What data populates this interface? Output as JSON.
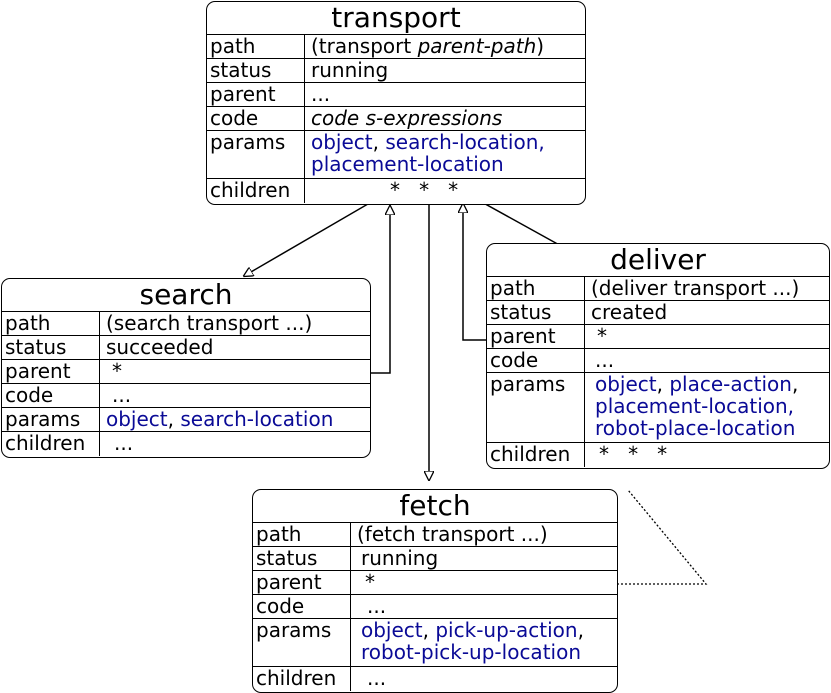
{
  "nodes": {
    "transport": {
      "title": "transport",
      "rows": {
        "path": {
          "key": "path",
          "pre": "(transport ",
          "italic": "parent-path",
          "post": ")"
        },
        "status": {
          "key": "status",
          "value": "running"
        },
        "parent": {
          "key": "parent",
          "value": "..."
        },
        "code": {
          "key": "code",
          "value": "code s-expressions"
        },
        "params": {
          "key": "params",
          "p1": "object",
          "sep1": ", ",
          "p2": "search-location,",
          "p3": "placement-location"
        },
        "children": {
          "key": "children",
          "value": "*   *   *"
        }
      }
    },
    "search": {
      "title": "search",
      "rows": {
        "path": {
          "key": "path",
          "value": "(search transport ...)"
        },
        "status": {
          "key": "status",
          "value": "succeeded"
        },
        "parent": {
          "key": "parent",
          "value": "*"
        },
        "code": {
          "key": "code",
          "value": "..."
        },
        "params": {
          "key": "params",
          "p1": "object",
          "sep1": ", ",
          "p2": "search-location"
        },
        "children": {
          "key": "children",
          "value": "..."
        }
      }
    },
    "deliver": {
      "title": "deliver",
      "rows": {
        "path": {
          "key": "path",
          "value": "(deliver transport ...)"
        },
        "status": {
          "key": "status",
          "value": "created"
        },
        "parent": {
          "key": "parent",
          "value": "*"
        },
        "code": {
          "key": "code",
          "value": "..."
        },
        "params": {
          "key": "params",
          "p1": "object",
          "sep1": ", ",
          "p2": "place-action",
          "sep2": ",",
          "p3": "placement-location,",
          "p4": "robot-place-location"
        },
        "children": {
          "key": "children",
          "value": "*   *   *"
        }
      }
    },
    "fetch": {
      "title": "fetch",
      "rows": {
        "path": {
          "key": "path",
          "value": "(fetch transport ...)"
        },
        "status": {
          "key": "status",
          "value": "running"
        },
        "parent": {
          "key": "parent",
          "value": "*"
        },
        "code": {
          "key": "code",
          "value": "..."
        },
        "params": {
          "key": "params",
          "p1": "object",
          "sep1": ", ",
          "p2": "pick-up-action",
          "sep2": ",",
          "p3": "robot-pick-up-location"
        },
        "children": {
          "key": "children",
          "value": "..."
        }
      }
    }
  },
  "colors": {
    "param": "#0a0a96",
    "line": "#000000"
  }
}
